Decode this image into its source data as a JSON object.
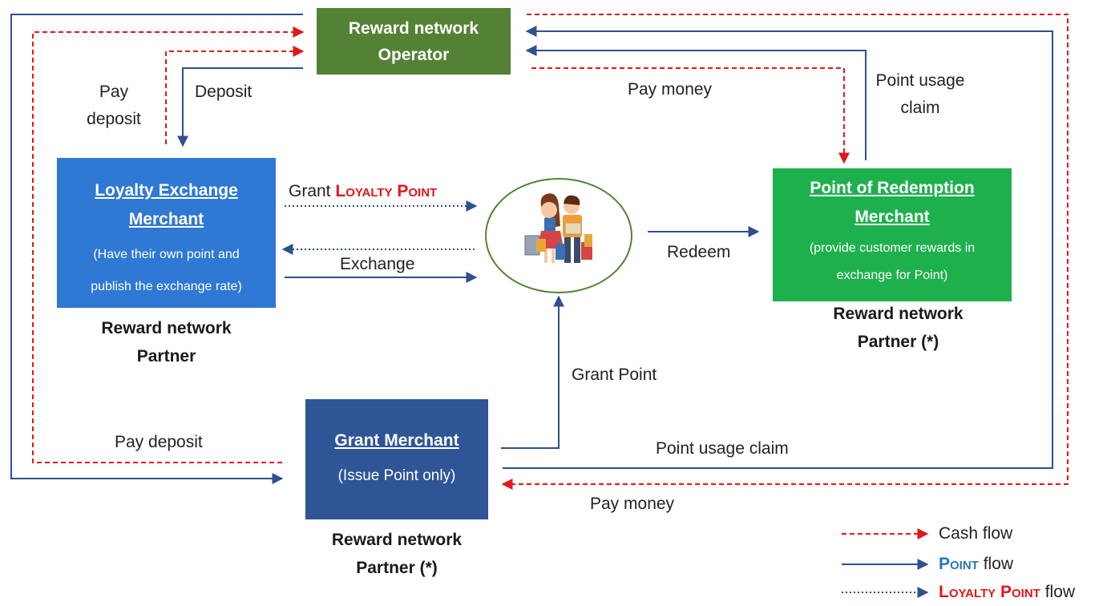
{
  "operator": {
    "line1": "Reward network",
    "line2": "Operator"
  },
  "loyalty_merchant": {
    "title_line1": "Loyalty Exchange",
    "title_line2": "Merchant",
    "desc_line1": "(Have their own point and",
    "desc_line2": "publish the exchange rate)",
    "partner_line1": "Reward network",
    "partner_line2": "Partner"
  },
  "redemption_merchant": {
    "title_line1": "Point of Redemption",
    "title_line2": "Merchant",
    "desc_line1": "(provide customer rewards in",
    "desc_line2": "exchange for Point)",
    "partner_line1": "Reward network",
    "partner_line2": "Partner (*)"
  },
  "grant_merchant": {
    "title": "Grant Merchant",
    "desc": "(Issue Point only)",
    "partner_line1": "Reward network",
    "partner_line2": "Partner (*)"
  },
  "labels": {
    "pay_deposit_top_1": "Pay",
    "pay_deposit_top_2": "deposit",
    "deposit": "Deposit",
    "pay_money_top": "Pay money",
    "point_usage_claim_top_1": "Point usage",
    "point_usage_claim_top_2": "claim",
    "grant_prefix": "Grant",
    "loyalty_point": "Loyalty Point",
    "exchange": "Exchange",
    "redeem": "Redeem",
    "grant_point": "Grant Point",
    "pay_deposit_bottom": "Pay deposit",
    "point_usage_claim_bottom": "Point usage claim",
    "pay_money_bottom": "Pay money"
  },
  "legend": {
    "cash_flow": "Cash flow",
    "point_word": "Point",
    "flow_word": "flow",
    "loyalty_point_word": "Loyalty Point"
  },
  "colors": {
    "operator": "#548235",
    "loyalty_merchant": "#2f78d4",
    "redemption_merchant": "#1fb04e",
    "grant_merchant": "#2f5597",
    "point_flow": "#2f4f8f",
    "cash_flow": "#e3161b"
  },
  "icons": {
    "customer": "shoppers-couple-icon"
  }
}
